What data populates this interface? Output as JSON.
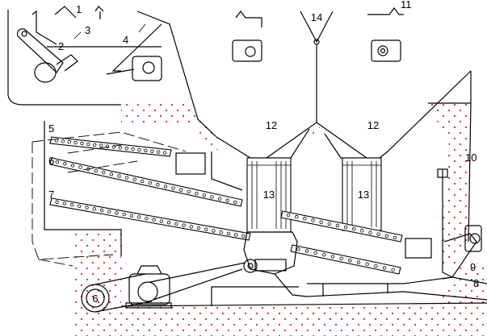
{
  "labels": {
    "l1": "1",
    "l2": "2",
    "l3": "3",
    "l4": "4",
    "l5": "5",
    "l6": "6",
    "l7": "7",
    "l8": "8",
    "l9": "9",
    "l10": "10",
    "l11": "11",
    "l12a": "12",
    "l12b": "12",
    "l13a": "13",
    "l13b": "13",
    "l14": "14",
    "motor": "6"
  },
  "colors": {
    "line": "#000000",
    "dots": "#e02020",
    "background": "#ffffff"
  },
  "screens": {
    "upper_holes": 18,
    "middle_holes": 24,
    "lower_holes": 26
  }
}
